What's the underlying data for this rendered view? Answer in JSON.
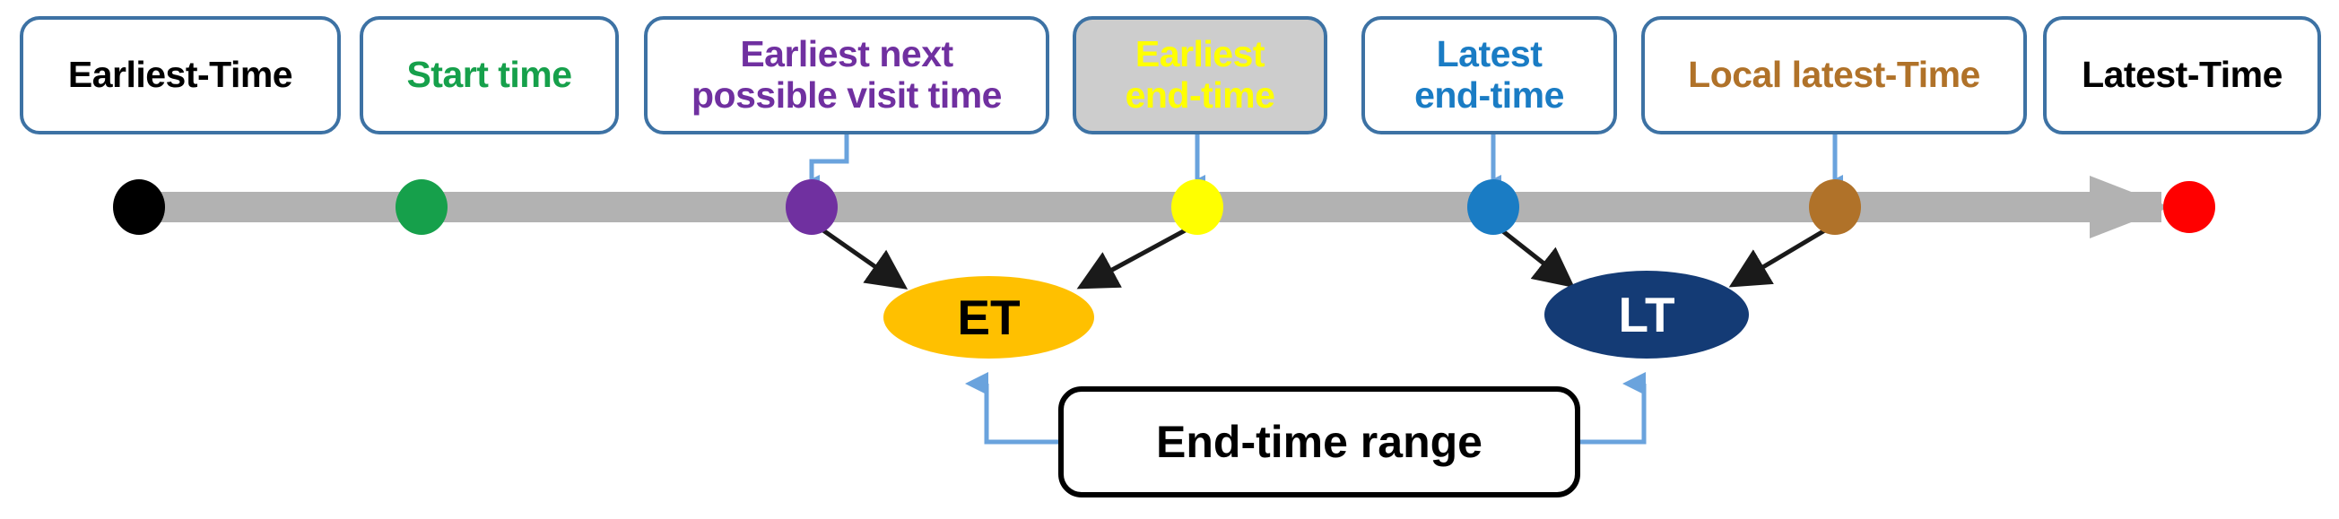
{
  "diagram": {
    "title": "End-time range timeline",
    "colors": {
      "box_border": "#3d72a4",
      "box_shaded_fill": "#cdcdcd",
      "timeline_bar": "#b2b2b2",
      "connector_blue": "#6aa3dd",
      "black": "#000000",
      "green": "#16a04b",
      "purple": "#7030a0",
      "yellow": "#ffff00",
      "gold": "#ffc000",
      "blue": "#1a7cc4",
      "brown": "#b07229",
      "navy": "#143b75",
      "red": "#ff0000",
      "white": "#ffffff"
    },
    "labels": [
      {
        "id": "earliest-time",
        "text": "Earliest-Time",
        "color": "#000000",
        "shaded": false,
        "multiline": false
      },
      {
        "id": "start-time",
        "text": "Start time",
        "color": "#16a04b",
        "shaded": false,
        "multiline": false
      },
      {
        "id": "earliest-next-possible-visit-time",
        "text": "Earliest next\npossible visit time",
        "color": "#7030a0",
        "shaded": false,
        "multiline": true
      },
      {
        "id": "earliest-end-time",
        "text": "Earliest\nend-time",
        "color": "#ffff00",
        "shaded": true,
        "multiline": true
      },
      {
        "id": "latest-end-time",
        "text": "Latest\nend-time",
        "color": "#1a7cc4",
        "shaded": false,
        "multiline": true
      },
      {
        "id": "local-latest-time",
        "text": "Local latest-Time",
        "color": "#b07229",
        "shaded": false,
        "multiline": false
      },
      {
        "id": "latest-time",
        "text": "Latest-Time",
        "color": "#000000",
        "shaded": false,
        "multiline": false
      }
    ],
    "timeline_points": [
      {
        "id": "earliest-time-dot",
        "color": "#000000"
      },
      {
        "id": "start-time-dot",
        "color": "#16a04b"
      },
      {
        "id": "earliest-next-possible-visit-time-dot",
        "color": "#7030a0"
      },
      {
        "id": "earliest-end-time-dot",
        "color": "#ffff00"
      },
      {
        "id": "latest-end-time-dot",
        "color": "#1a7cc4"
      },
      {
        "id": "local-latest-time-dot",
        "color": "#b07229"
      },
      {
        "id": "latest-time-dot",
        "color": "#ff0000"
      }
    ],
    "nodes": [
      {
        "id": "et",
        "label": "ET",
        "fill": "#ffc000",
        "text_color": "#000000"
      },
      {
        "id": "lt",
        "label": "LT",
        "fill": "#143b75",
        "text_color": "#ffffff"
      }
    ],
    "range_box": {
      "id": "end-time-range",
      "text": "End-time range"
    }
  }
}
